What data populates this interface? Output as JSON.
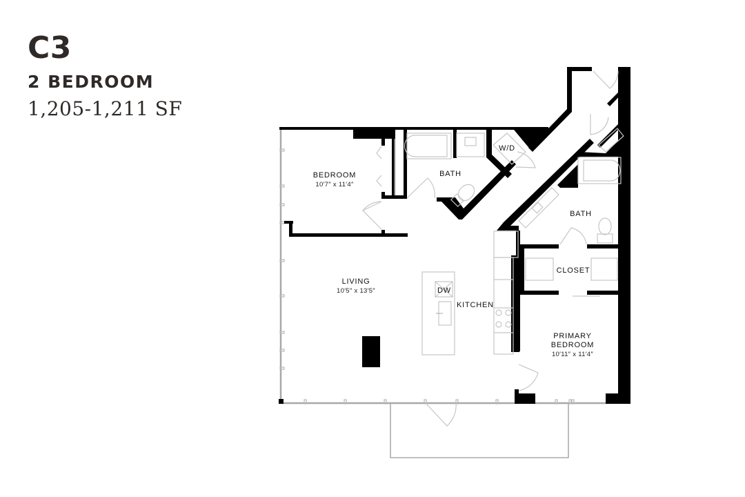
{
  "unit": {
    "code": "C3",
    "type": "2 BEDROOM",
    "area": "1,205-1,211 SF"
  },
  "rooms": {
    "bedroom": {
      "label": "BEDROOM",
      "dims": "10′7″ x 11′4″"
    },
    "bath1": {
      "label": "BATH"
    },
    "wd": {
      "label": "W/D"
    },
    "bath2": {
      "label": "BATH"
    },
    "closet": {
      "label": "CLOSET"
    },
    "living": {
      "label": "LIVING",
      "dims": "10′5″ x 13′5″"
    },
    "kitchen": {
      "label": "KITCHEN"
    },
    "dw": {
      "label": "DW"
    },
    "primary": {
      "label1": "PRIMARY",
      "label2": "BEDROOM",
      "dims": "10′11″ x 11′4″"
    }
  },
  "colors": {
    "text": "#2f2a28",
    "wall": "#000000",
    "fixture": "#c6c6c6"
  }
}
